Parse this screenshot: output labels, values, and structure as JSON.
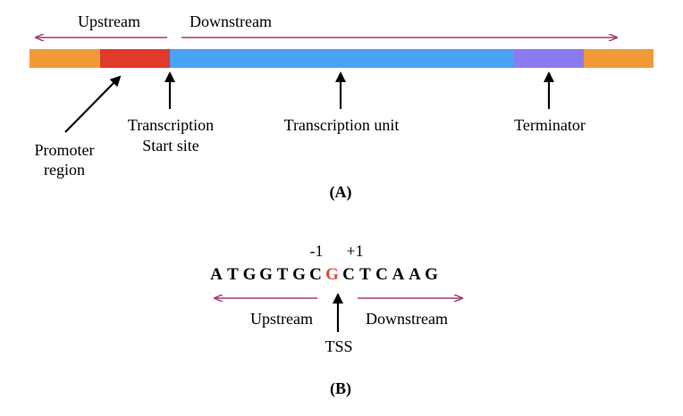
{
  "panel_a": {
    "upstream_label": "Upstream",
    "downstream_label": "Downstream",
    "segments": [
      {
        "name": "flank-left",
        "color": "#f09a3a"
      },
      {
        "name": "promoter",
        "color": "#e03a2a"
      },
      {
        "name": "transcription-unit",
        "color": "#4aa3f5"
      },
      {
        "name": "terminator",
        "color": "#8a7cf0"
      },
      {
        "name": "flank-right",
        "color": "#f09a3a"
      }
    ],
    "promoter_label_line1": "Promoter",
    "promoter_label_line2": "region",
    "tss_label_line1": "Transcription",
    "tss_label_line2": "Start site",
    "unit_label": "Transcription unit",
    "terminator_label": "Terminator",
    "caption": "(A)"
  },
  "panel_b": {
    "minus_label": "-1",
    "plus_label": "+1",
    "bases": [
      "A",
      "T",
      "G",
      "G",
      "T",
      "G",
      "C",
      "G",
      "C",
      "T",
      "C",
      "A",
      "A",
      "G"
    ],
    "highlight_index": 7,
    "highlight_color": "#d94a3a",
    "upstream_label": "Upstream",
    "downstream_label": "Downstream",
    "tss_label": "TSS",
    "caption": "(B)"
  },
  "colors": {
    "direction_arrow": "#a63a7a",
    "pointer_arrow": "#000000"
  }
}
